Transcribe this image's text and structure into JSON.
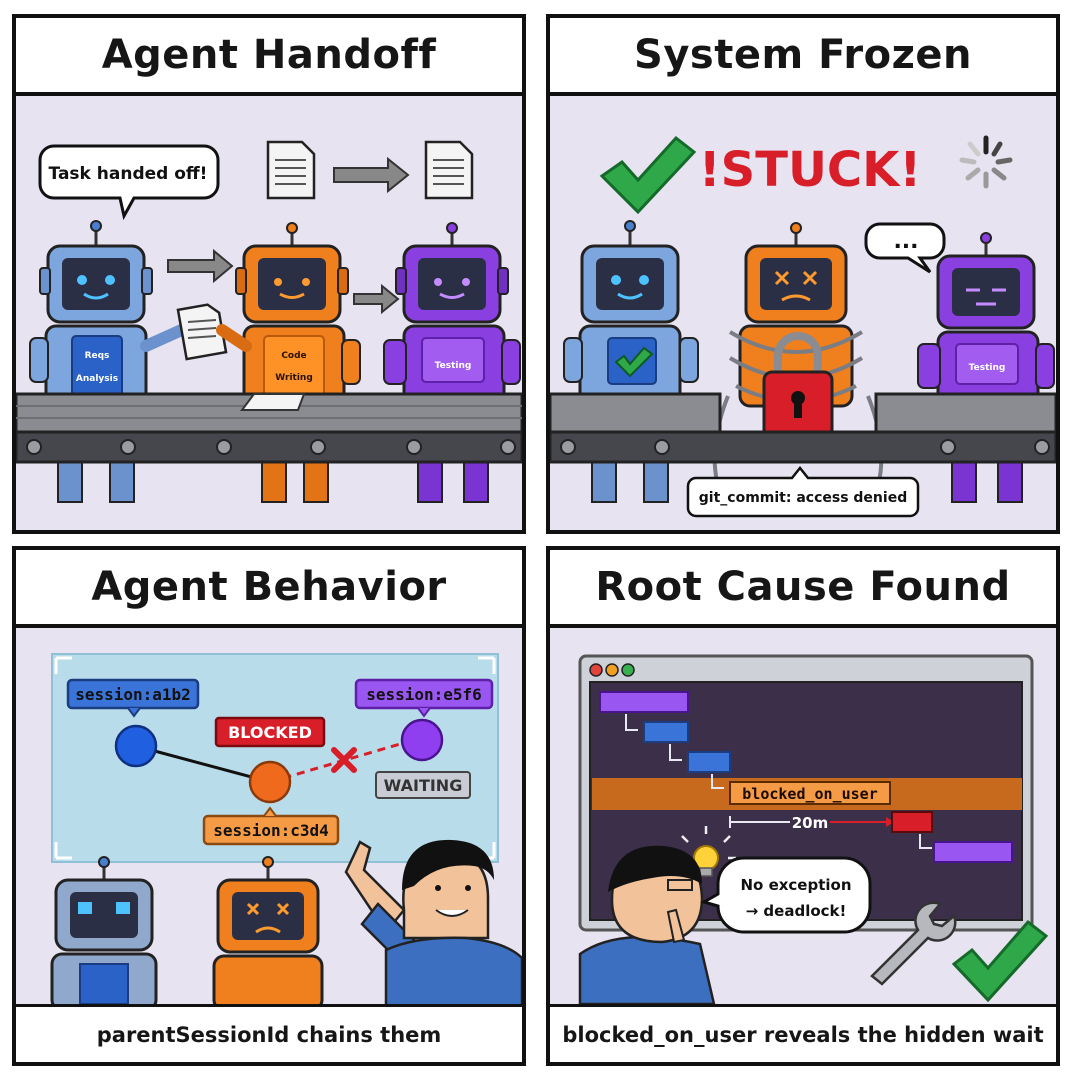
{
  "panel1": {
    "title": "Agent Handoff",
    "bubble": "Task handed off!",
    "robot1_chest": [
      "Reqs",
      "Analysis"
    ],
    "robot2_chest": [
      "Code",
      "Writing"
    ],
    "robot3_chest": "Testing"
  },
  "panel2": {
    "title": "System Frozen",
    "stuck_label": "!STUCK!",
    "thought_bubble": "...",
    "robot3_chest": "Testing",
    "tooltip": "git_commit: access denied"
  },
  "panel3": {
    "title": "Agent Behavior",
    "session_a": "session:a1b2",
    "session_b": "session:e5f6",
    "session_c": "session:c3d4",
    "blocked_tag": "BLOCKED",
    "waiting_tag": "WAITING",
    "caption": "parentSessionId chains them"
  },
  "panel4": {
    "title": "Root Cause Found",
    "blocked_bar": "blocked_on_user",
    "duration": "20m",
    "bubble": [
      "No exception",
      "→ deadlock!"
    ],
    "caption": "blocked_on_user reveals the hidden wait"
  },
  "colors": {
    "blue_agent": "#4a7fd0",
    "orange_agent": "#f07f1e",
    "purple_agent": "#8a3fe0",
    "blocked_red": "#d81e28",
    "check_green": "#2fa84a"
  }
}
